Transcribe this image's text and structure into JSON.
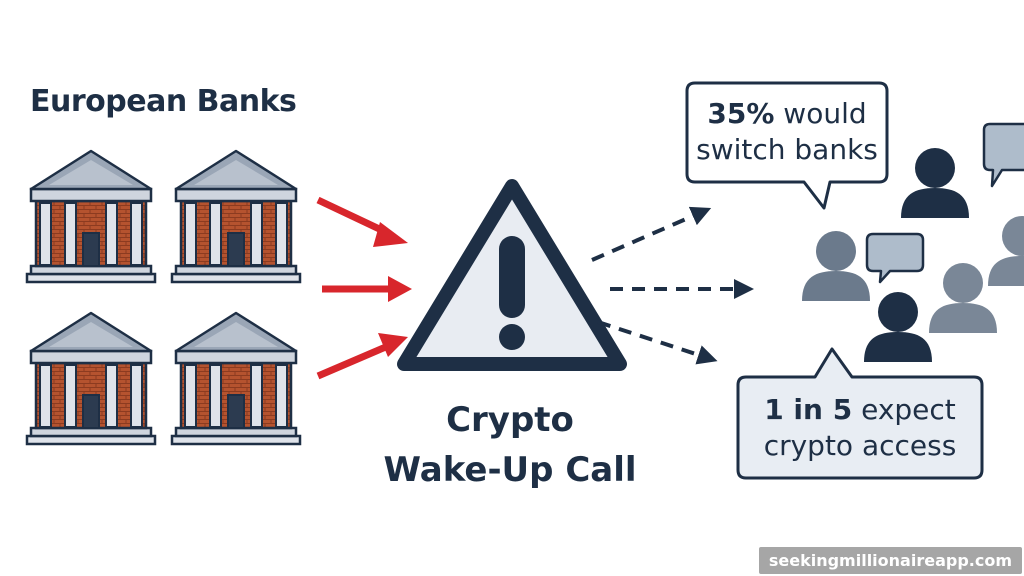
{
  "title": "European Banks",
  "center_label": {
    "line1": "Crypto",
    "line2": "Wake-Up Call"
  },
  "bubble_top": {
    "stat": "35%",
    "rest": " would",
    "line2": "switch banks"
  },
  "bubble_bottom": {
    "stat": "1 in 5",
    "rest": " expect",
    "line2": "crypto access"
  },
  "watermark": "seekingmillionaireapp.com",
  "colors": {
    "navy": "#1e2f45",
    "slate": "#4b5c72",
    "red_arrow": "#d8262c",
    "brick": "#b5532f",
    "column": "#dfe3ea",
    "roof": "#9aa6b6",
    "bubble_fill": "#e8edf3"
  },
  "icons": [
    "bank-building-icon",
    "warning-triangle-icon",
    "person-icon",
    "speech-bubble-icon",
    "red-arrow-icon",
    "dashed-arrow-icon"
  ]
}
